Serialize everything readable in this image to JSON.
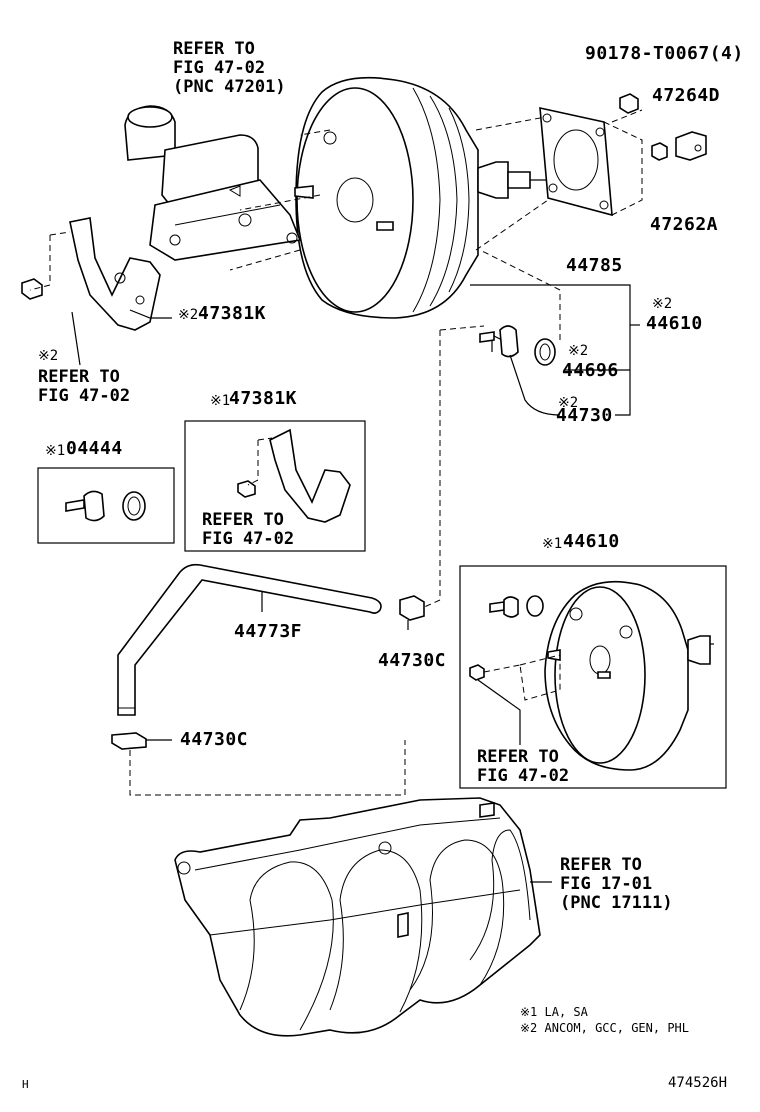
{
  "labels": {
    "refer_mc": [
      "REFER TO",
      "FIG 47-02",
      "(PNC 47201)"
    ],
    "pn_90178": "90178-T0067(4)",
    "pn_47264d": "47264D",
    "pn_47262a": "47262A",
    "pn_44785": "44785",
    "mark_44610": "※2",
    "pn_44610": "44610",
    "mark_47381k": "※2",
    "pn_47381k": "47381K",
    "mark_refer_left": "※2",
    "refer_left": [
      "REFER TO",
      "FIG 47-02"
    ],
    "mark_44696": "※2",
    "pn_44696": "44696",
    "mark_44730": "※2",
    "pn_44730": "44730",
    "mark_04444": "※1",
    "pn_04444": "04444",
    "mark_47381k_box": "※1",
    "pn_47381k_box": "47381K",
    "refer_box1": [
      "REFER TO",
      "FIG 47-02"
    ],
    "mark_44610_box": "※1",
    "pn_44610_box": "44610",
    "refer_box2": [
      "REFER TO",
      "FIG 47-02"
    ],
    "pn_44773f": "44773F",
    "pn_44730c_a": "44730C",
    "pn_44730c_b": "44730C",
    "refer_manifold": [
      "REFER TO",
      "FIG 17-01",
      "(PNC 17111)"
    ],
    "notes": [
      "※1 LA, SA",
      "※2 ANCOM, GCC, GEN, PHL"
    ],
    "corner_left": "H",
    "corner_right": "474526H"
  }
}
